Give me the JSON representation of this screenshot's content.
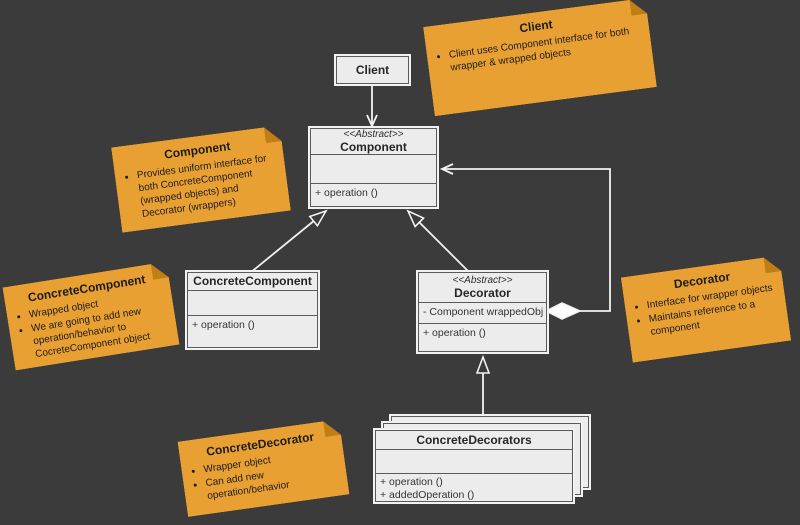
{
  "colors": {
    "background": "#3b3b3b",
    "note_bg": "#e8a032",
    "note_fold": "#c07e14",
    "note_text": "#1c1c1c",
    "box_bg": "#ececec",
    "box_border_light": "#f2f2f2",
    "box_divider": "#5a5a5a",
    "connector": "#f2f2f2"
  },
  "classes": {
    "client": {
      "name": "Client"
    },
    "component": {
      "stereotype": "<<Abstract>>",
      "name": "Component",
      "methods": [
        "+ operation ()"
      ]
    },
    "concrete_component": {
      "name": "ConcreteComponent",
      "methods": [
        "+ operation ()"
      ]
    },
    "decorator": {
      "stereotype": "<<Abstract>>",
      "name": "Decorator",
      "attributes": [
        "- Component wrappedObj"
      ],
      "methods": [
        "+ operation ()"
      ]
    },
    "concrete_decorators": {
      "name": "ConcreteDecorators",
      "methods": [
        "+ operation ()",
        "+ addedOperation ()"
      ]
    }
  },
  "notes": {
    "client": {
      "title": "Client",
      "bullets": [
        "Client uses Component interface for both wrapper & wrapped objects"
      ]
    },
    "component": {
      "title": "Component",
      "bullets": [
        "Provides uniform interface for both ConcreteComponent (wrapped objects) and Decorator (wrappers)"
      ]
    },
    "concrete_component": {
      "title": "ConcreteComponent",
      "bullets": [
        "Wrapped object",
        "We are going to add new operation/behavior to CocreteComponent object"
      ]
    },
    "decorator": {
      "title": "Decorator",
      "bullets": [
        "Interface for wrapper objects",
        "Maintains reference to a component"
      ]
    },
    "concrete_decorator": {
      "title": "ConcreteDecorator",
      "bullets": [
        "Wrapper object",
        "Can add new operation/behavior"
      ]
    }
  }
}
